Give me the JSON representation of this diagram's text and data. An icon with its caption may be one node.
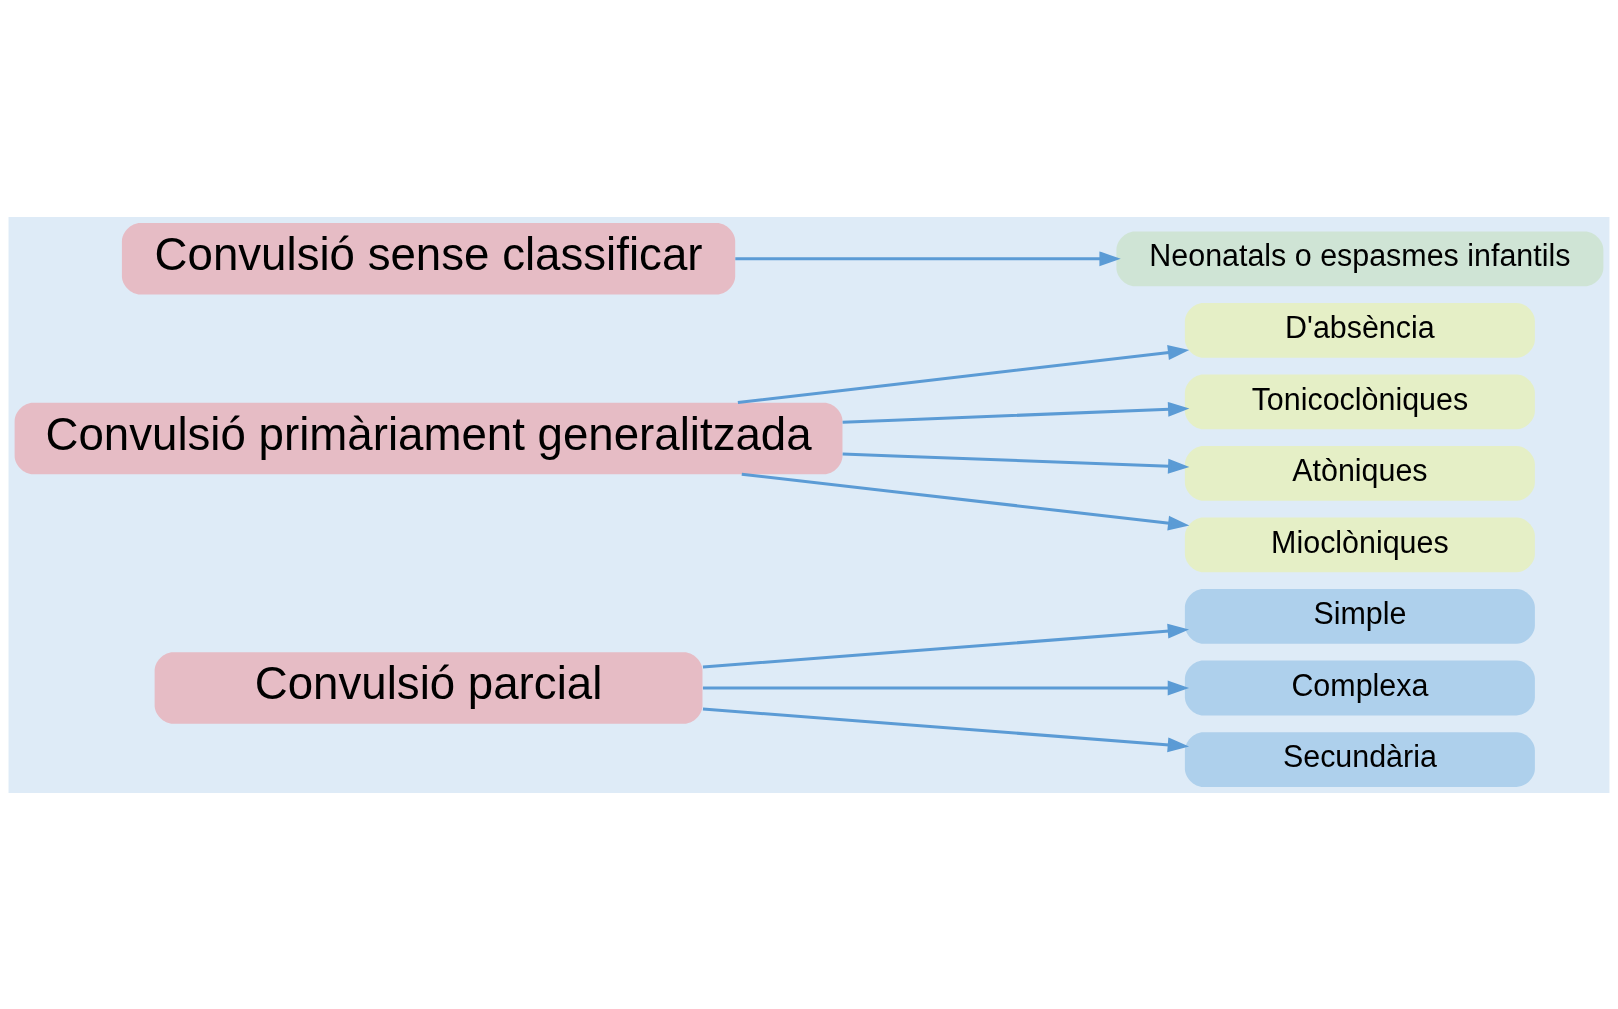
{
  "diagram": {
    "nodes": [
      {
        "text": [
          "Convulsió parcial"
        ]
      },
      {
        "text": [
          "Convulsió primàriament generalitzada"
        ]
      },
      {
        "text": [
          "Convulsió sense classificar"
        ]
      },
      {
        "text": [
          "Simple"
        ]
      },
      {
        "text": [
          "Complexa"
        ]
      },
      {
        "text": [
          "Secundària"
        ]
      },
      {
        "text": [
          "D'absència"
        ]
      },
      {
        "text": [
          "Tonicoclòniques"
        ]
      },
      {
        "text": [
          "Atòniques"
        ]
      },
      {
        "text": [
          "Mioclòniques"
        ]
      },
      {
        "text": [
          "Neonatals o espasmes infantils"
        ]
      }
    ],
    "edges": [
      {
        "from": 0,
        "to": 3,
        "arrow": "to"
      },
      {
        "from": 0,
        "to": 4,
        "arrow": "to"
      },
      {
        "from": 0,
        "to": 5,
        "arrow": "to"
      },
      {
        "from": 1,
        "to": 6,
        "arrow": "to"
      },
      {
        "from": 1,
        "to": 7,
        "arrow": "to"
      },
      {
        "from": 1,
        "to": 8,
        "arrow": "to"
      },
      {
        "from": 1,
        "to": 9,
        "arrow": "to"
      },
      {
        "from": 2,
        "to": 10,
        "arrow": "to"
      }
    ]
  }
}
